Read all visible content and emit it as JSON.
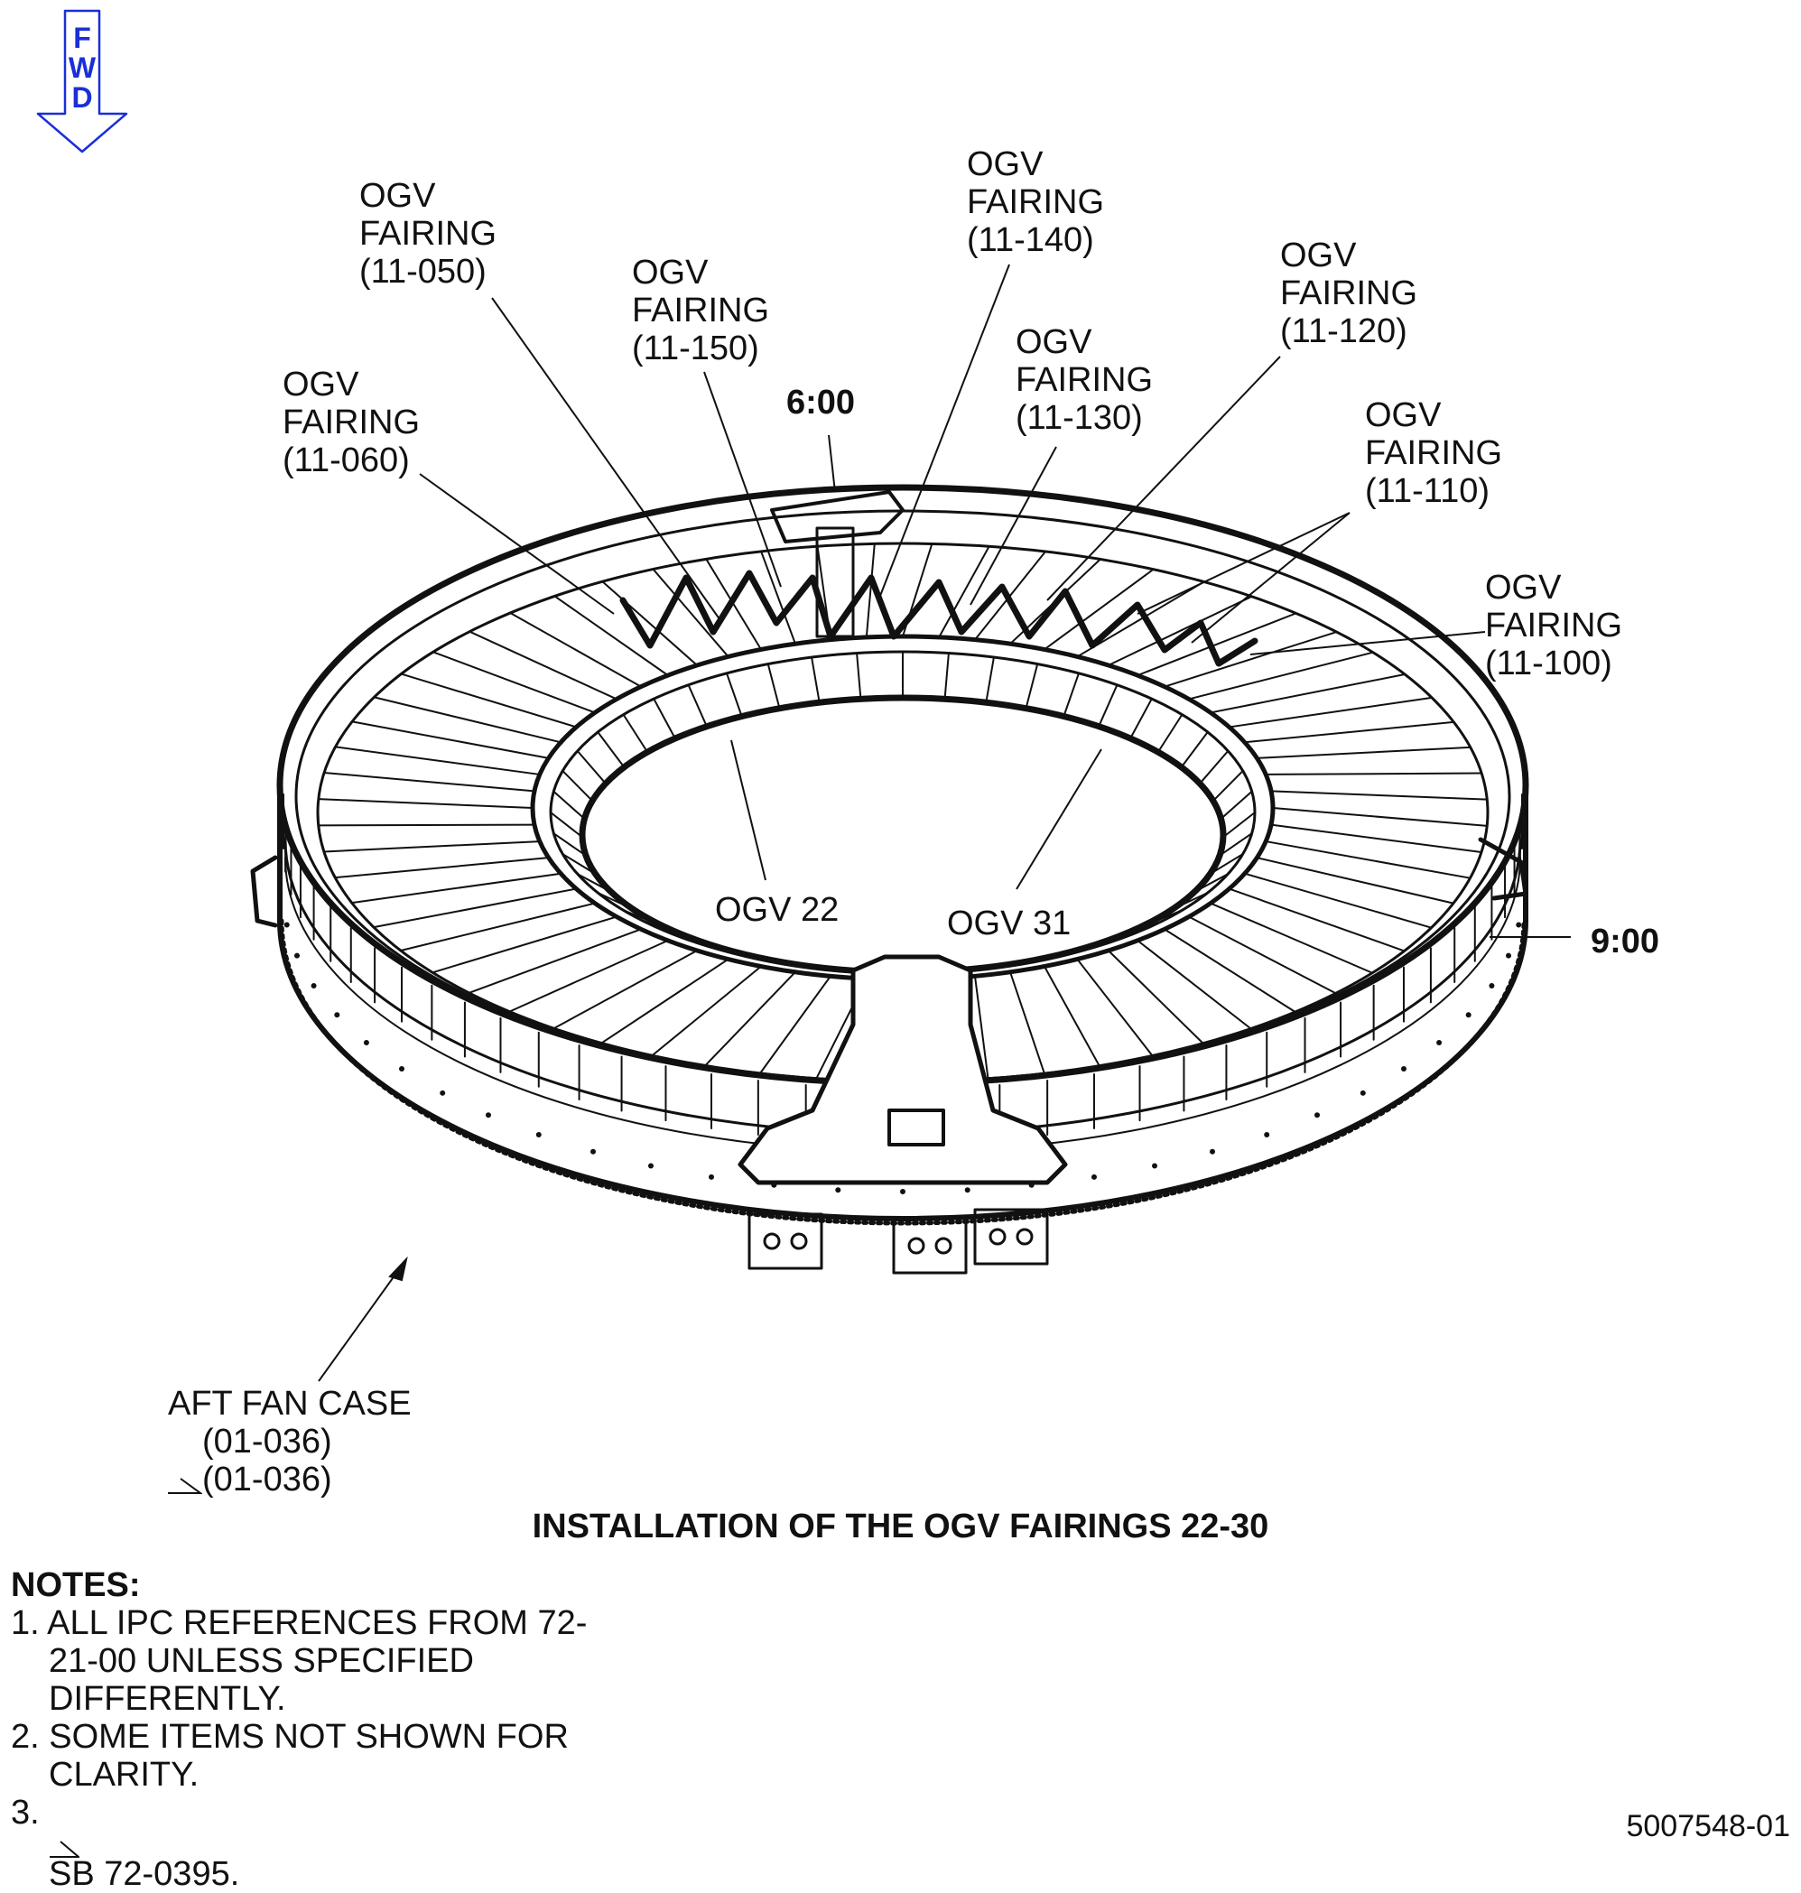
{
  "fwd_arrow": {
    "letters": [
      "F",
      "W",
      "D"
    ],
    "color": "#1a2fd6"
  },
  "callouts": {
    "fairing_050": [
      "OGV",
      "FAIRING",
      "(11-050)"
    ],
    "fairing_150": [
      "OGV",
      "FAIRING",
      "(11-150)"
    ],
    "fairing_140": [
      "OGV",
      "FAIRING",
      "(11-140)"
    ],
    "fairing_120": [
      "OGV",
      "FAIRING",
      "(11-120)"
    ],
    "fairing_130": [
      "OGV",
      "FAIRING",
      "(11-130)"
    ],
    "fairing_060": [
      "OGV",
      "FAIRING",
      "(11-060)"
    ],
    "fairing_110": [
      "OGV",
      "FAIRING",
      "(11-110)"
    ],
    "fairing_100": [
      "OGV",
      "FAIRING",
      "(11-100)"
    ],
    "clock_6": "6:00",
    "clock_9": "9:00",
    "ogv_22": "OGV 22",
    "ogv_31": "OGV 31",
    "aft_fan_case": [
      "AFT FAN CASE",
      "(01-036)",
      "(01-036)"
    ]
  },
  "title": "INSTALLATION OF THE OGV FAIRINGS 22-30",
  "notes": {
    "heading": "NOTES:",
    "items": [
      "1. ALL IPC REFERENCES FROM 72-21-00 UNLESS SPECIFIED DIFFERENTLY.",
      "2. SOME ITEMS NOT SHOWN FOR CLARITY.",
      "3. ",
      "SB 72-0395."
    ]
  },
  "drawing_number": "5007548-01"
}
